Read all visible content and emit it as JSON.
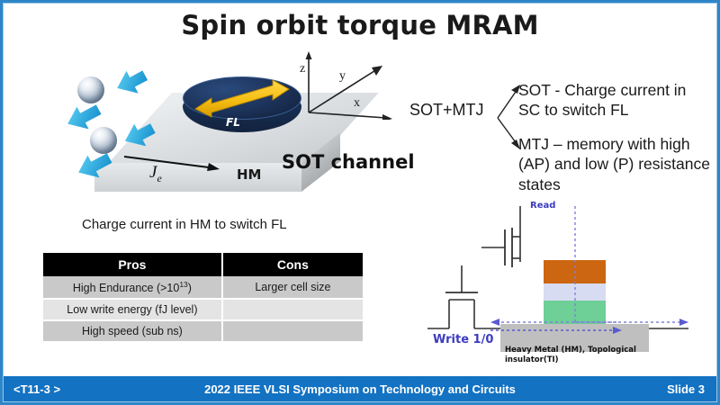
{
  "slide": {
    "title": "Spin orbit torque MRAM",
    "accent_border": "#2E86C8",
    "footer_bg": "#1372C2"
  },
  "footer": {
    "left_tag": "<T11-3 >",
    "center_text": "2022 IEEE VLSI Symposium on Technology and Circuits",
    "right_text": "Slide 3"
  },
  "illustration": {
    "fl_label": "FL",
    "hm_label": "HM",
    "sot_channel_label": "SOT channel",
    "current_symbol": "J",
    "current_subscript": "e",
    "caption": "Charge current in HM to switch FL",
    "axes": {
      "z": "z",
      "y": "y",
      "x": "x"
    },
    "colors": {
      "slab_top": "#dcdfe2",
      "slab_front": "#d9dcdf",
      "fl_disc": "#16294a",
      "fl_arrow": "#F2C200",
      "spin_arrow": "#1CA7E0"
    }
  },
  "annotations": {
    "sot_mtj_label": "SOT+MTJ",
    "line1": "SOT - Charge current in SC to switch FL",
    "line2": "MTJ – memory with high (AP) and low (P) resistance states"
  },
  "table": {
    "headers": [
      "Pros",
      "Cons"
    ],
    "rows": [
      {
        "pros": "High Endurance (>10",
        "pros_sup": "13",
        "pros_tail": ")",
        "cons": "Larger cell size"
      },
      {
        "pros": "Low write energy (fJ level)",
        "cons": ""
      },
      {
        "pros": "High speed (sub ns)",
        "cons": ""
      }
    ]
  },
  "device": {
    "read_label": "Read",
    "write_label": "Write 1/0",
    "material_label": "Heavy Metal (HM), Topological insulator(TI)",
    "layers": [
      {
        "name": "reference-layer",
        "color": "#CC6611"
      },
      {
        "name": "tunnel-barrier",
        "color": "#D8DCF2"
      },
      {
        "name": "free-layer",
        "color": "#6ECF97"
      },
      {
        "name": "heavy-metal-channel",
        "color": "#BFBFBF"
      }
    ]
  }
}
